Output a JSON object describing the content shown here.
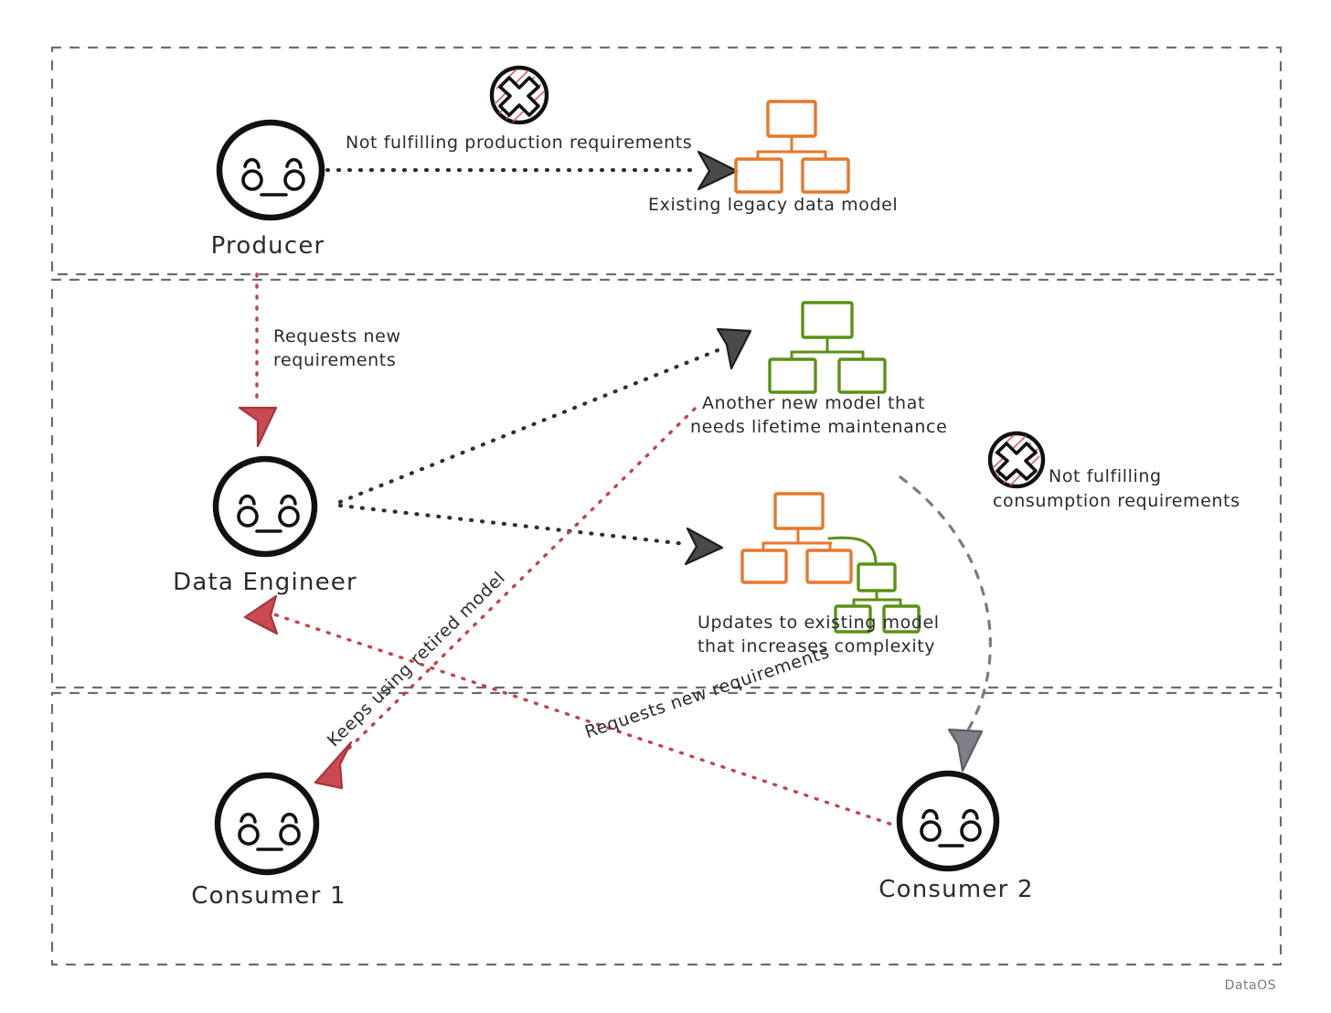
{
  "diagram": {
    "title": "Data model lifecycle friction",
    "watermark": "DataOS",
    "bands": [
      {
        "name": "producer-band"
      },
      {
        "name": "engineer-band"
      },
      {
        "name": "consumer-band"
      }
    ],
    "actors": [
      {
        "id": "producer",
        "label": "Producer",
        "face": "look-of-disapproval"
      },
      {
        "id": "data-engineer",
        "label": "Data Engineer",
        "face": "look-of-disapproval"
      },
      {
        "id": "consumer-1",
        "label": "Consumer 1",
        "face": "look-of-disapproval"
      },
      {
        "id": "consumer-2",
        "label": "Consumer 2",
        "face": "look-of-disapproval"
      }
    ],
    "models": [
      {
        "id": "legacy-model",
        "label": "Existing legacy data model",
        "color": "#e8772a",
        "shape": "tree-3-node"
      },
      {
        "id": "another-new-model",
        "label_line1": "Another new model that",
        "label_line2": "needs lifetime maintenance",
        "color": "#5a9216",
        "shape": "tree-3-node"
      },
      {
        "id": "updated-model",
        "label_line1": "Updates to existing model",
        "label_line2": "that increases complexity",
        "color_primary": "#e8772a",
        "color_secondary": "#5a9216",
        "shape": "tree-7-node-hybrid"
      }
    ],
    "badges": [
      {
        "id": "badge-production",
        "icon": "cross-circle-icon",
        "label": "Not fulfilling production requirements"
      },
      {
        "id": "badge-consumption",
        "icon": "cross-circle-icon",
        "label_line1": "Not fulfilling",
        "label_line2": "consumption requirements"
      }
    ],
    "flows": [
      {
        "id": "producer-to-legacy",
        "from": "producer",
        "to": "legacy-model",
        "label": "",
        "style": "dark-dotted"
      },
      {
        "id": "producer-to-engineer",
        "from": "producer",
        "to": "data-engineer",
        "label_line1": "Requests new",
        "label_line2": "requirements",
        "style": "red-dotted"
      },
      {
        "id": "engineer-to-new-model",
        "from": "data-engineer",
        "to": "another-new-model",
        "label": "",
        "style": "dark-dotted"
      },
      {
        "id": "engineer-to-updated-model",
        "from": "data-engineer",
        "to": "updated-model",
        "label": "",
        "style": "dark-dotted"
      },
      {
        "id": "consumer1-to-engineer",
        "from": "consumer-1",
        "to": "data-engineer",
        "label": "",
        "style": "red-dotted"
      },
      {
        "id": "consumer2-keeps-retired",
        "from": "consumer-2",
        "to": "consumer-1",
        "label": "Keeps using retired model",
        "style": "red-dotted"
      },
      {
        "id": "consumer2-requests",
        "from": "consumer-2",
        "to": "data-engineer",
        "label": "Requests new requirements",
        "style": "red-dotted"
      },
      {
        "id": "updated-model-to-consumer2",
        "from": "updated-model",
        "to": "consumer-2",
        "label": "",
        "style": "gray-dashed"
      }
    ],
    "colors": {
      "orange": "#e8772a",
      "green": "#5a9216",
      "red": "#c8414a",
      "dark": "#2f2f2f",
      "gray": "#7b7b85",
      "ink": "#111111"
    }
  }
}
